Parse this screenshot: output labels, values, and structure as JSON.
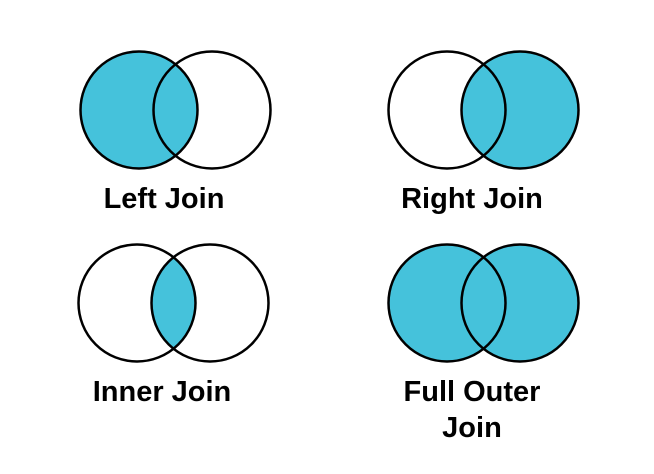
{
  "page": {
    "background_color": "#ffffff",
    "description": "Four Venn diagrams illustrating SQL join types"
  },
  "colors": {
    "fill": "#45C2DB",
    "stroke": "#000000",
    "label_text": "#000000"
  },
  "diagrams": [
    {
      "id": "left-join",
      "label": "Left Join",
      "filled": "left"
    },
    {
      "id": "right-join",
      "label": "Right Join",
      "filled": "right"
    },
    {
      "id": "inner-join",
      "label": "Inner Join",
      "filled": "intersection"
    },
    {
      "id": "full-outer-join",
      "label": "Full Outer\nJoin",
      "filled": "both"
    }
  ]
}
